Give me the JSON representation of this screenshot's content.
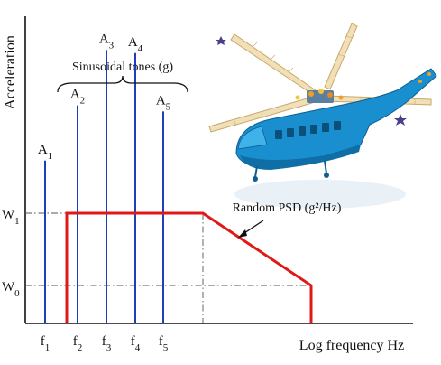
{
  "diagram": {
    "y_axis_label": "Acceleration",
    "x_axis_label": "Log frequency Hz",
    "brace_label": "Sinusoidal tones (g)",
    "psd_label": "Random PSD (g²/Hz)",
    "levels": [
      {
        "base": "W",
        "sub": "1"
      },
      {
        "base": "W",
        "sub": "0"
      }
    ],
    "tones": [
      {
        "base": "A",
        "sub": "1",
        "freq_base": "f",
        "freq_sub": "1",
        "relative_height": 0.53
      },
      {
        "base": "A",
        "sub": "2",
        "freq_base": "f",
        "freq_sub": "2",
        "relative_height": 0.71
      },
      {
        "base": "A",
        "sub": "3",
        "freq_base": "f",
        "freq_sub": "3",
        "relative_height": 0.89
      },
      {
        "base": "A",
        "sub": "4",
        "freq_base": "f",
        "freq_sub": "4",
        "relative_height": 0.88
      },
      {
        "base": "A",
        "sub": "5",
        "freq_base": "f",
        "freq_sub": "5",
        "relative_height": 0.69
      }
    ],
    "colors": {
      "axis": "#111111",
      "tone": "#1f3fb8",
      "psd": "#e01818",
      "guide": "#555555",
      "helicopter_body": "#1a8fd0",
      "rotor": "#e8c98a"
    },
    "illustration": "helicopter-finite-element-model"
  }
}
